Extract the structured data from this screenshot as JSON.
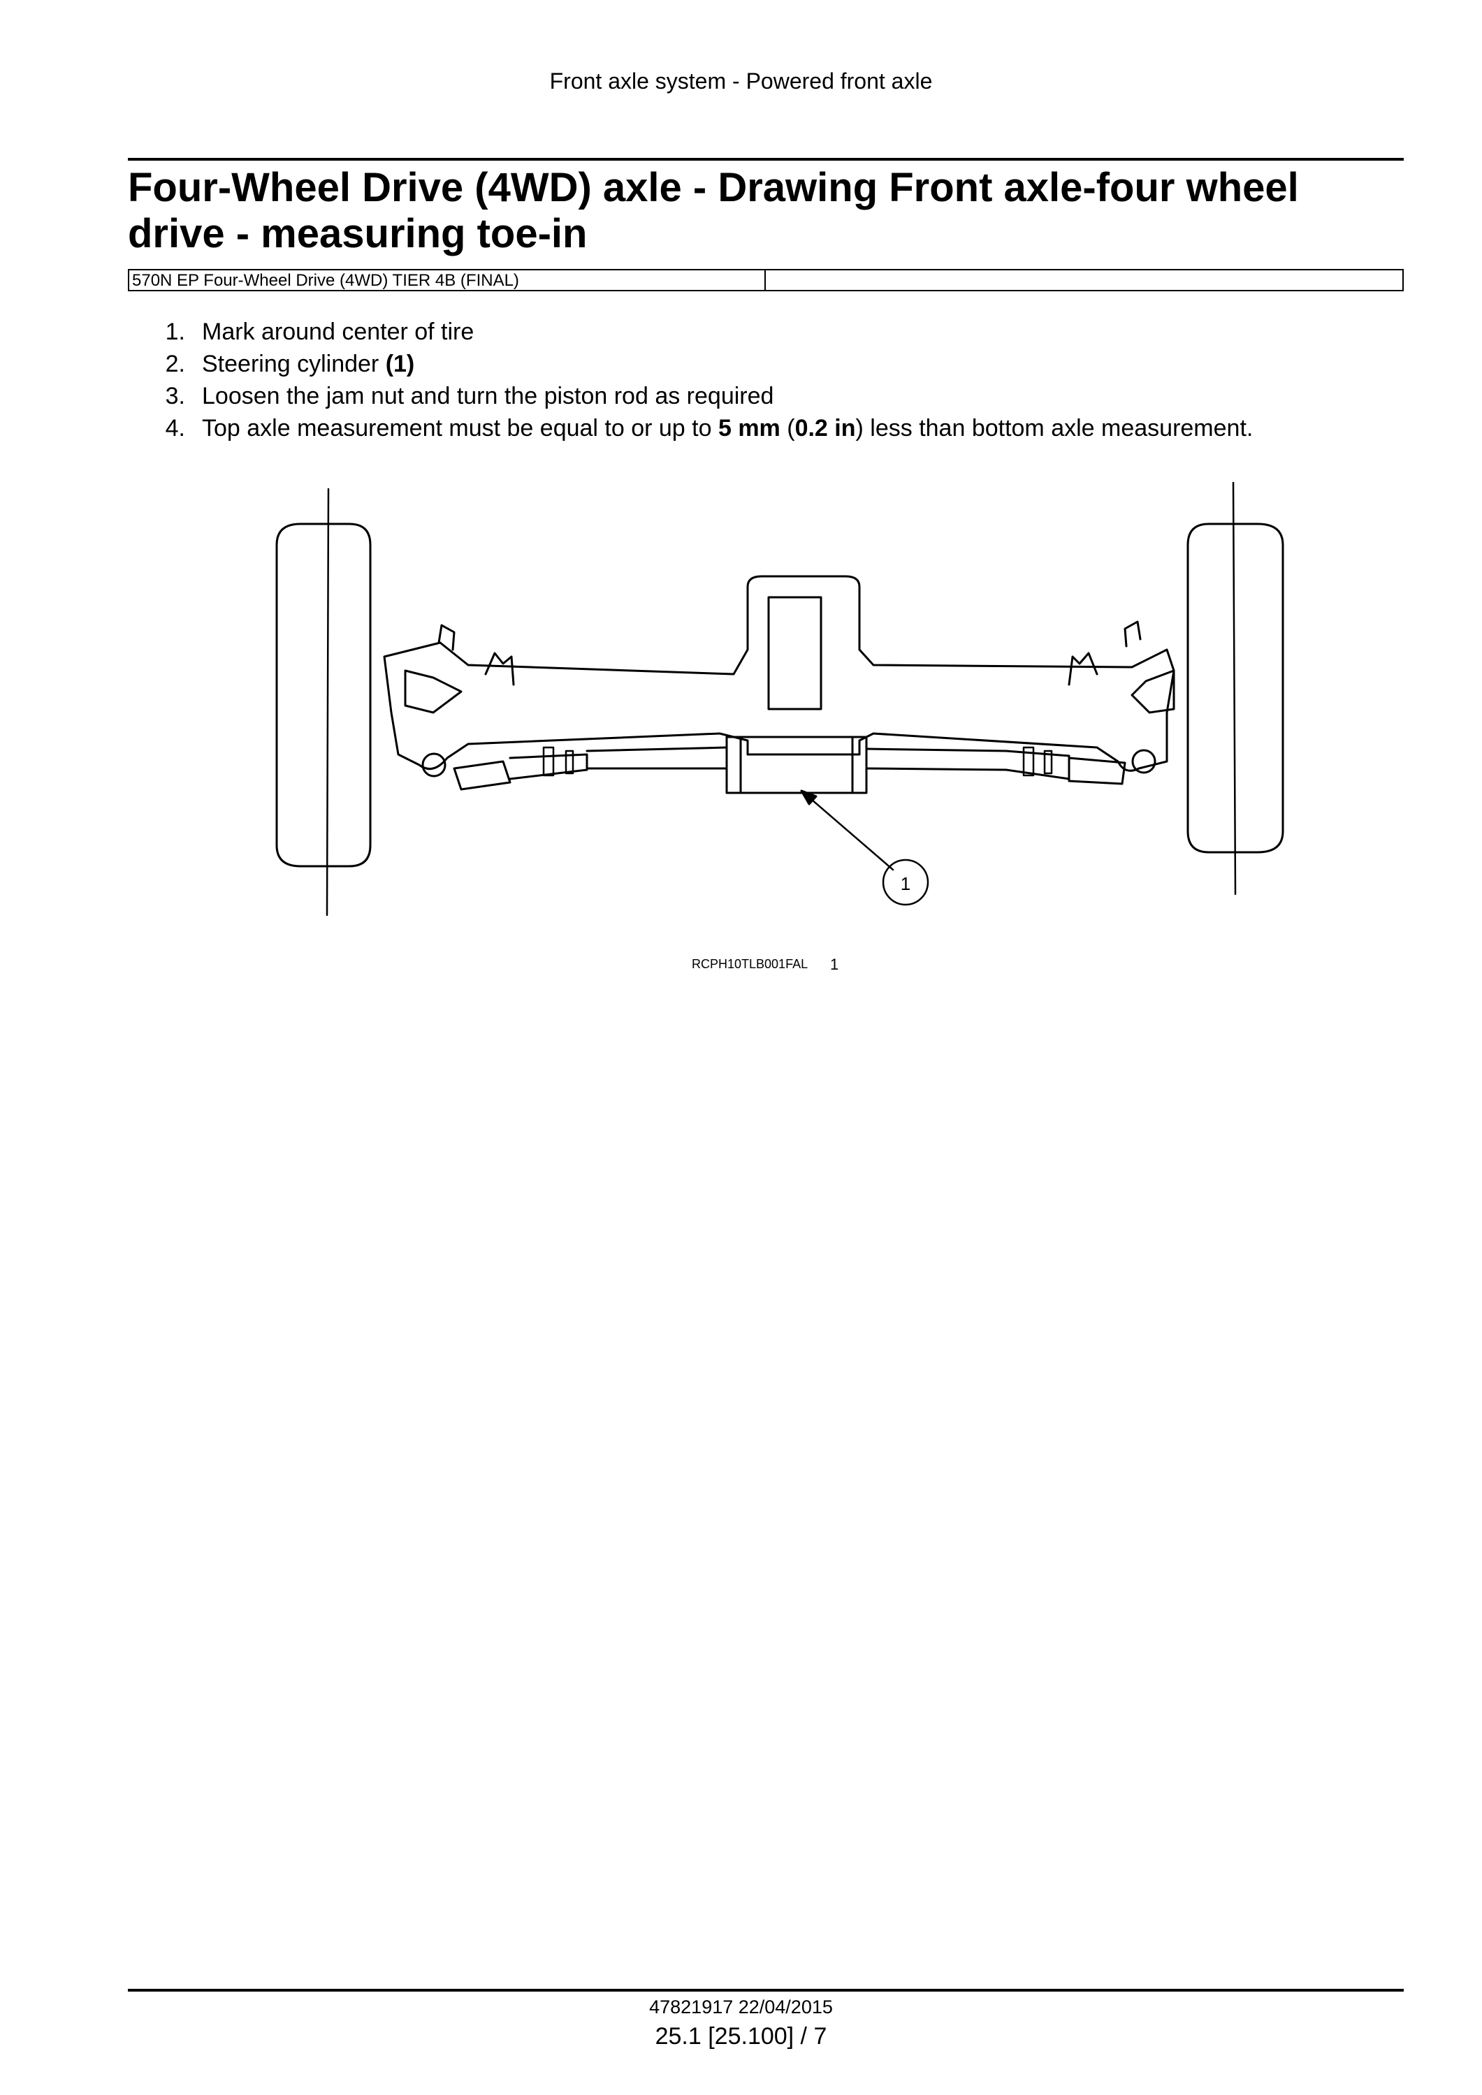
{
  "header": {
    "running_title": "Front axle system - Powered front axle"
  },
  "document": {
    "title": "Four-Wheel Drive (4WD) axle - Drawing Front axle-four wheel drive - measuring toe-in",
    "applicability": [
      "570N EP Four-Wheel Drive (4WD) TIER 4B (FINAL)",
      ""
    ]
  },
  "steps": [
    {
      "number": "1.",
      "parts": [
        {
          "text": "Mark around center of tire",
          "bold": false
        }
      ]
    },
    {
      "number": "2.",
      "parts": [
        {
          "text": "Steering cylinder ",
          "bold": false
        },
        {
          "text": "(1)",
          "bold": true
        }
      ]
    },
    {
      "number": "3.",
      "parts": [
        {
          "text": "Loosen the jam nut and turn the piston rod as required",
          "bold": false
        }
      ]
    },
    {
      "number": "4.",
      "parts": [
        {
          "text": "Top axle measurement must be equal to or up to ",
          "bold": false
        },
        {
          "text": "5 mm",
          "bold": true
        },
        {
          "text": " (",
          "bold": false
        },
        {
          "text": "0.2 in",
          "bold": true
        },
        {
          "text": ") less than bottom axle measurement.",
          "bold": false
        }
      ]
    }
  ],
  "figure": {
    "callout_label": "1",
    "caption_code": "RCPH10TLB001FAL",
    "caption_number": "1"
  },
  "footer": {
    "doc_info": "47821917 22/04/2015",
    "page_ref": "25.1 [25.100] / 7"
  }
}
